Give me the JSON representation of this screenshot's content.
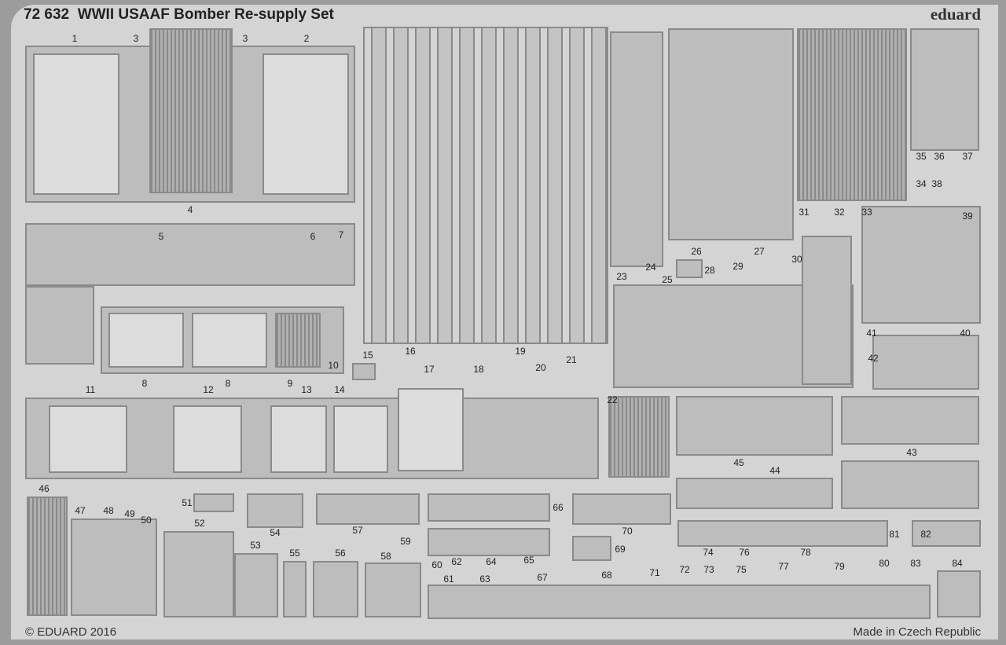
{
  "header": {
    "set_number": "72 632",
    "title": "WWII USAAF Bomber Re-supply Set",
    "brand": "eduard"
  },
  "footer": {
    "copyright": "© EDUARD 2016",
    "origin": "Made in Czech Republic"
  },
  "part_labels": [
    "1",
    "3",
    "3",
    "2",
    "4",
    "5",
    "6",
    "7",
    "8",
    "8",
    "9",
    "10",
    "11",
    "12",
    "13",
    "14",
    "15",
    "16",
    "17",
    "18",
    "19",
    "20",
    "21",
    "22",
    "23",
    "24",
    "25",
    "26",
    "27",
    "28",
    "29",
    "30",
    "31",
    "32",
    "33",
    "34",
    "35",
    "36",
    "37",
    "38",
    "39",
    "40",
    "41",
    "42",
    "43",
    "44",
    "45",
    "46",
    "47",
    "48",
    "49",
    "50",
    "51",
    "52",
    "53",
    "54",
    "55",
    "56",
    "57",
    "58",
    "59",
    "60",
    "61",
    "62",
    "63",
    "64",
    "65",
    "66",
    "67",
    "68",
    "69",
    "70",
    "71",
    "72",
    "73",
    "74",
    "75",
    "76",
    "77",
    "78",
    "79",
    "80",
    "81",
    "82",
    "83",
    "84"
  ]
}
